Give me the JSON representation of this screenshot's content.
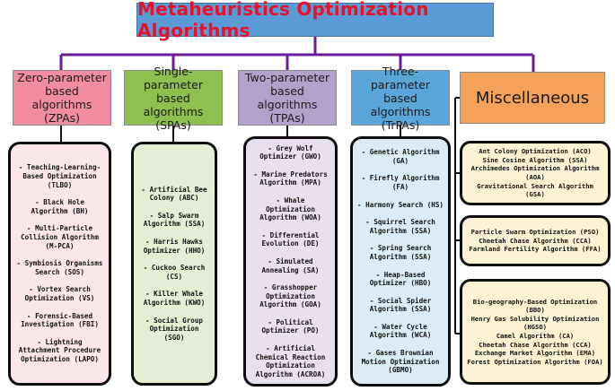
{
  "title": "Metaheuristics Optimization Algorithms",
  "categories": [
    {
      "header": "Zero-parameter based algorithms (ZPAs)",
      "items": [
        "- Teaching-Learning-Based Optimization (TLBO)",
        "- Black Hole Algorithm (BH)",
        "- Multi-Particle Collision Algorithm (M-PCA)",
        "- Symbiosis Organisms Search (SOS)",
        "- Vortex Search Optimization (VS)",
        "- Forensic-Based Investigation (FBI)",
        "- Lightning Attachment Procedure Optimization (LAPO)"
      ]
    },
    {
      "header": "Single-parameter based algorithms (SPAs)",
      "items": [
        "- Artificial Bee Colony (ABC)",
        "- Salp Swarm Algorithm (SSA)",
        "- Harris Hawks Optimizer (HHO)",
        "- Cuckoo Search (CS)",
        "- Killer Whale Algorithm (KWO)",
        "- Social Group Optimization (SGO)"
      ]
    },
    {
      "header": "Two-parameter based algorithms (TPAs)",
      "items": [
        "- Grey Wolf Optimizer (GWO)",
        "- Marine Predators Algorithm (MPA)",
        "- Whale Optimization Algorithm (WOA)",
        "- Differential Evolution (DE)",
        "- Simulated Annealing (SA)",
        "- Grasshopper Optimization Algorithm (GOA)",
        "- Political Optimizer (PO)",
        "- Artificial Chemical Reaction Optimization Algorithm (ACROA)"
      ]
    },
    {
      "header": "Three-parameter based algorithms (TrPAs)",
      "items": [
        "- Genetic Algorithm (GA)",
        "- Firefly Algorithm (FA)",
        "- Harmony Search (HS)",
        "- Squirrel Search Algorithm (SSA)",
        "- Spring Search Algorithm (SSA)",
        "- Heap-Based Optimizer (HBO)",
        "- Social Spider Algorithm (SSA)",
        "- Water Cycle Algorithm (WCA)",
        "- Gases Brownian Motion Optimization (GBMO)"
      ]
    }
  ],
  "misc": {
    "header": "Miscellaneous",
    "groups": [
      [
        "Ant Colony Optimization (ACO)",
        "Sine Cosine Algorithm (SSA)",
        "Archimedes Optimization Algorithm (AOA)",
        "Gravitational Search Algorithm (GSA)"
      ],
      [
        "Particle Swarm Optimization (PSO)",
        "Cheetah Chase Algorithm (CCA)",
        "Farmland Fertility Algorithm (FFA)"
      ],
      [
        "Bio-geography-Based Optimization (BBO)",
        "Henry Gas Solubility Optimization (HGSO)",
        "Camel Algorithm (CA)",
        "Cheetah Chase Algorithm (CCA)",
        "Exchange Market Algorithm (EMA)",
        "Forest Optimization Algorithm (FOA)"
      ]
    ]
  }
}
